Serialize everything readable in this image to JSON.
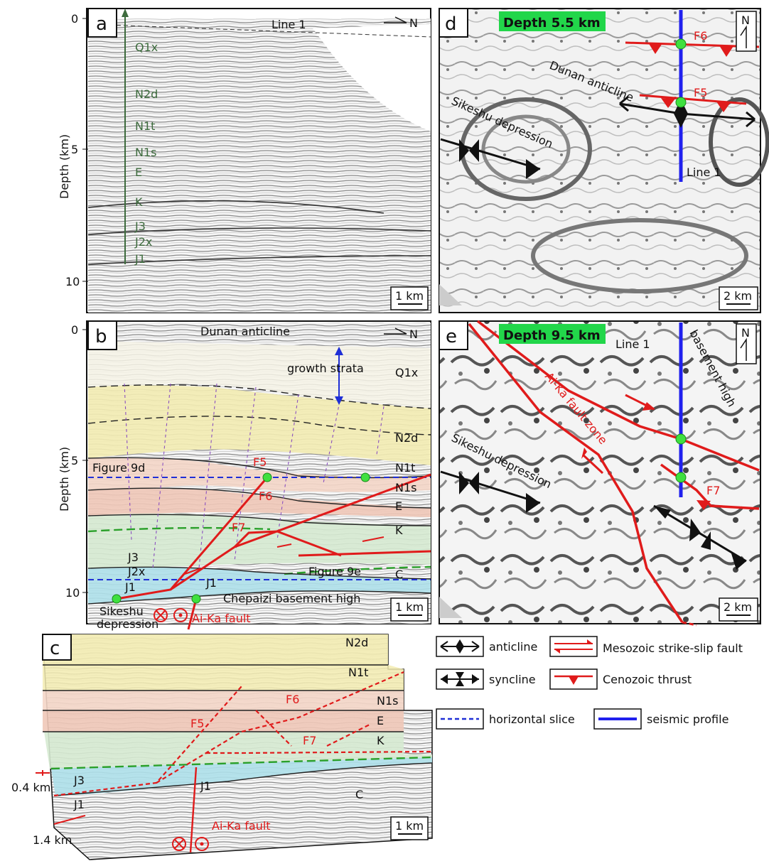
{
  "panels": {
    "a": {
      "letter": "a",
      "title": "Line 1",
      "north": "N",
      "y_axis_label": "Depth (km)",
      "y_ticks": [
        "0",
        "5",
        "10"
      ],
      "units": [
        "Q1x",
        "N2d",
        "N1t",
        "N1s",
        "E",
        "K",
        "J3",
        "J2x",
        "J1"
      ],
      "scale": "1 km"
    },
    "b": {
      "letter": "b",
      "title": "Dunan anticline",
      "north": "N",
      "y_axis_label": "Depth (km)",
      "y_ticks": [
        "0",
        "5",
        "10"
      ],
      "growth": "growth strata",
      "units": [
        "Q1x",
        "N2d",
        "N1t",
        "N1s",
        "E",
        "K",
        "J3",
        "J2x",
        "J1",
        "J1",
        "C"
      ],
      "faults": [
        "F5",
        "F6",
        "F7"
      ],
      "fig9d": "Figure 9d",
      "fig9e": "Figure 9e",
      "sikeshu1": "Sikeshu",
      "sikeshu2": "depression",
      "chepaizi": "Chepaizi basement high",
      "aika": "Ai-Ka fault",
      "scale": "1 km"
    },
    "c": {
      "letter": "c",
      "units": [
        "N2d",
        "N1t",
        "N1s",
        "E",
        "K",
        "J3",
        "J1",
        "J1",
        "C"
      ],
      "faults": [
        "F6",
        "F5",
        "F7"
      ],
      "thick1": "0.4 km",
      "thick2": "1.4 km",
      "aika": "Ai-Ka fault",
      "scale": "1 km"
    },
    "d": {
      "letter": "d",
      "depth_tag": "Depth 5.5 km",
      "anticline": "Dunan anticline",
      "depression": "Sikeshu depression",
      "line": "Line 1",
      "faults": [
        "F6",
        "F5"
      ],
      "north": "N",
      "scale": "2 km"
    },
    "e": {
      "letter": "e",
      "depth_tag": "Depth 9.5 km",
      "line": "Line 1",
      "basement": "basement high",
      "fault_zone": "Ai-Ka fault zone",
      "depression": "Sikeshu depression",
      "fault": "F7",
      "north": "N",
      "scale": "2 km"
    }
  },
  "legend": {
    "anticline": "anticline",
    "strike_slip": "Mesozoic strike-slip fault",
    "syncline": "syncline",
    "thrust": "Cenozoic thrust",
    "slice": "horizontal slice",
    "profile": "seismic profile"
  },
  "colors": {
    "fault_red": "#e01b1b",
    "slice_blue": "#1f2fd6",
    "profile_blue": "#2020ee",
    "tag_green": "#22d64a",
    "yellow": "#f3ecb2",
    "pink": "#f4d6c8",
    "light_green": "#d6ead2",
    "cyan": "#aee0ea"
  }
}
